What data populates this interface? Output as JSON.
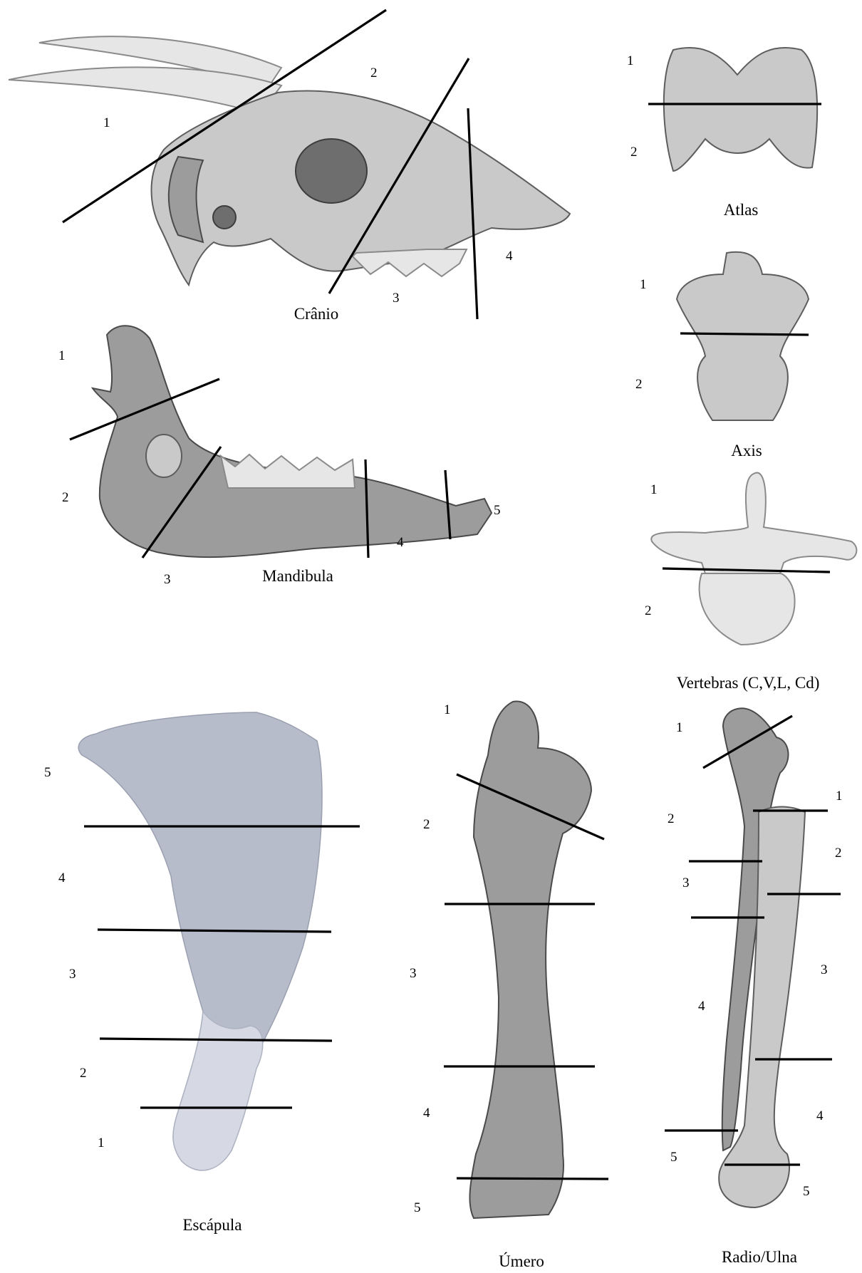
{
  "captions": {
    "cranio": "Crânio",
    "mandibula": "Mandibula",
    "atlas": "Atlas",
    "axis": "Axis",
    "vertebras": "Vertebras (C,V,L, Cd)",
    "escapula": "Escápula",
    "umero": "Úmero",
    "radio_ulna": "Radio/Ulna"
  },
  "regions": {
    "cranio": [
      "1",
      "2",
      "3",
      "4"
    ],
    "mandibula": [
      "1",
      "2",
      "3",
      "4",
      "5"
    ],
    "atlas": [
      "1",
      "2"
    ],
    "axis": [
      "1",
      "2"
    ],
    "vertebras": [
      "1",
      "2"
    ],
    "escapula": [
      "5",
      "4",
      "3",
      "2",
      "1"
    ],
    "umero": [
      "1",
      "2",
      "3",
      "4",
      "5"
    ],
    "ulna": [
      "1",
      "2",
      "3",
      "4",
      "5"
    ],
    "radio": [
      "1",
      "2",
      "3",
      "4",
      "5"
    ]
  }
}
